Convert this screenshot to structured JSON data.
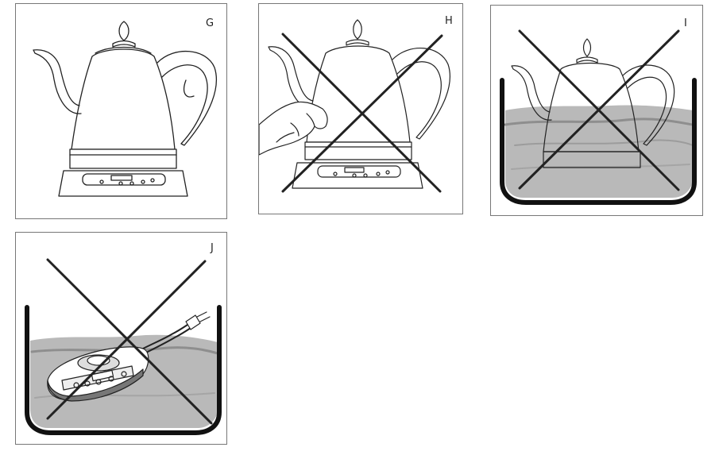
{
  "panels": [
    {
      "letter": "G",
      "crossed": false,
      "scene": "kettle-on-base"
    },
    {
      "letter": "H",
      "crossed": true,
      "scene": "hand-touching-kettle"
    },
    {
      "letter": "I",
      "crossed": true,
      "scene": "kettle-in-water"
    },
    {
      "letter": "J",
      "crossed": true,
      "scene": "base-in-water"
    }
  ],
  "colors": {
    "line": "#222222",
    "water": "#b8b8b8",
    "water_dark": "#8e8e8e",
    "tub": "#111111",
    "cross": "#222222"
  }
}
